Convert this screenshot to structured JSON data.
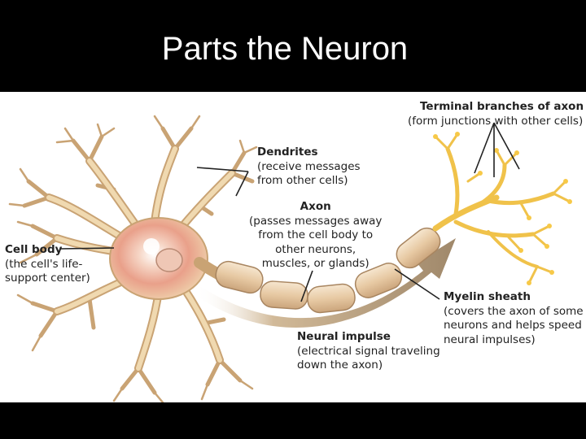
{
  "title": "Parts the Neuron",
  "labels": {
    "terminal": {
      "title": "Terminal branches of axon",
      "desc": "(form junctions with other cells)"
    },
    "dendrites": {
      "title": "Dendrites",
      "desc": "(receive messages\nfrom other cells)"
    },
    "axon": {
      "title": "Axon",
      "desc": "(passes messages away\nfrom the cell body to\nother neurons,\nmuscles, or glands)"
    },
    "cell_body": {
      "title": "Cell body",
      "desc": "(the cell's life-\nsupport center)"
    },
    "myelin": {
      "title": "Myelin sheath",
      "desc": "(covers the axon of some\nneurons and helps speed\nneural impulses)"
    },
    "impulse": {
      "title": "Neural impulse",
      "desc": "(electrical signal traveling\ndown the axon)"
    }
  },
  "colors": {
    "neuron": "#f0d9b0",
    "neuron_edge": "#c9a374",
    "soma_center": "#e9a08a",
    "terminal": "#f7c948",
    "myelin": "#e7c9a3",
    "arrow": "#b79a73",
    "pointer": "#222222"
  }
}
